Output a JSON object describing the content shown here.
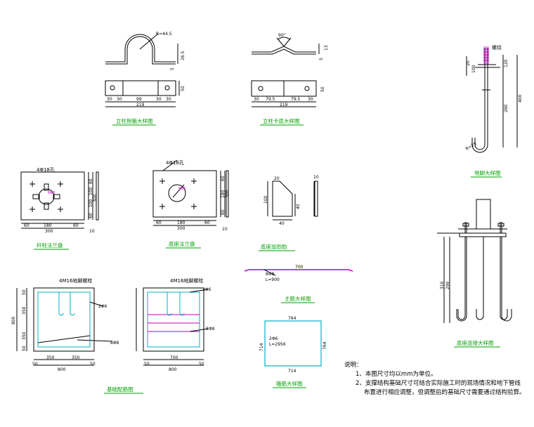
{
  "titles": {
    "clamp": "立柱抱箍大样图",
    "bottom_clamp": "立柱卡底大样图",
    "anchor": "地脚大样图",
    "pole_flange": "杆柱法兰盘",
    "base_flange": "底座法兰盘",
    "stiffener": "底座加劲肋",
    "main_bar": "主筋大样图",
    "stirrup": "箍筋大样图",
    "foundation": "基础配筋图",
    "base_connection": "底座连接大样图"
  },
  "clamp": {
    "r": "R=44.5",
    "h1": "26.5",
    "h2": "5",
    "plate_h": "50",
    "dims": [
      "30",
      "30",
      "99",
      "30",
      "30"
    ],
    "total": "219"
  },
  "bottom_clamp": {
    "angle": "90°",
    "h1": "13",
    "h2": "5",
    "plate_h": "50",
    "dims": [
      "30",
      "79.5",
      "79.5",
      "30"
    ],
    "total": "219"
  },
  "anchor": {
    "thread": "螺纹",
    "top": "20",
    "top2": "100",
    "d120": "120",
    "d400": "400",
    "d280": "280",
    "hook": "R=25"
  },
  "pole_flange": {
    "holes": "4Φ18孔",
    "center_hole": "Φ80",
    "v_dims": [
      "60",
      "100",
      "100",
      "60"
    ],
    "v_total": "300",
    "h_dims": [
      "60",
      "180",
      "60"
    ],
    "total": "300",
    "thk": "10"
  },
  "base_flange": {
    "holes": "4Φ18孔",
    "center_hole": "Φ80",
    "v_dims": [
      "60",
      "180",
      "60"
    ],
    "v_total": "300",
    "h_dims": [
      "60",
      "180",
      "60"
    ],
    "total": "300",
    "thk": "10"
  },
  "stiffener": {
    "top": "20",
    "h": "100",
    "h2": "40",
    "w": "40",
    "thk": "10"
  },
  "main_bar": {
    "len": "700",
    "spec": "8Φ8",
    "total": "L=900"
  },
  "stirrup": {
    "top": "764",
    "right": "764",
    "left": "714",
    "bottom": "714",
    "spec": "2Φ6",
    "total": "L=2956"
  },
  "foundation": {
    "bolt1": "4M16地脚螺栓",
    "bolt2": "4M16地脚螺栓",
    "stir1": "2Φ6",
    "stir2": "2Φ6",
    "main1": "8Φ8",
    "main2": "8Φ8",
    "h_total": "800",
    "v_dims": [
      "50",
      "350",
      "350",
      "50"
    ],
    "w_dims": [
      "50",
      "350",
      "350",
      "50"
    ],
    "w_total": "800",
    "w2_dims": [
      "50",
      "700",
      "50"
    ],
    "w2_total": "800"
  },
  "base_connection": {
    "d310": "310",
    "d290": "290"
  },
  "notes": {
    "heading": "说明：",
    "n1": "1、本图尺寸均以mm为单位。",
    "n2a": "2、支撑结构基础尺寸可结合实际施工时的现场情况和地下管线",
    "n2b": "布置进行相应调整，但调整后的基础尺寸需要通过结构验算。"
  },
  "colors": {
    "line": "#000000",
    "dim": "#00a000",
    "title": "#00a000",
    "cyan": "#00b0c8",
    "magenta": "#c000c0",
    "accent": "#c000c0"
  }
}
